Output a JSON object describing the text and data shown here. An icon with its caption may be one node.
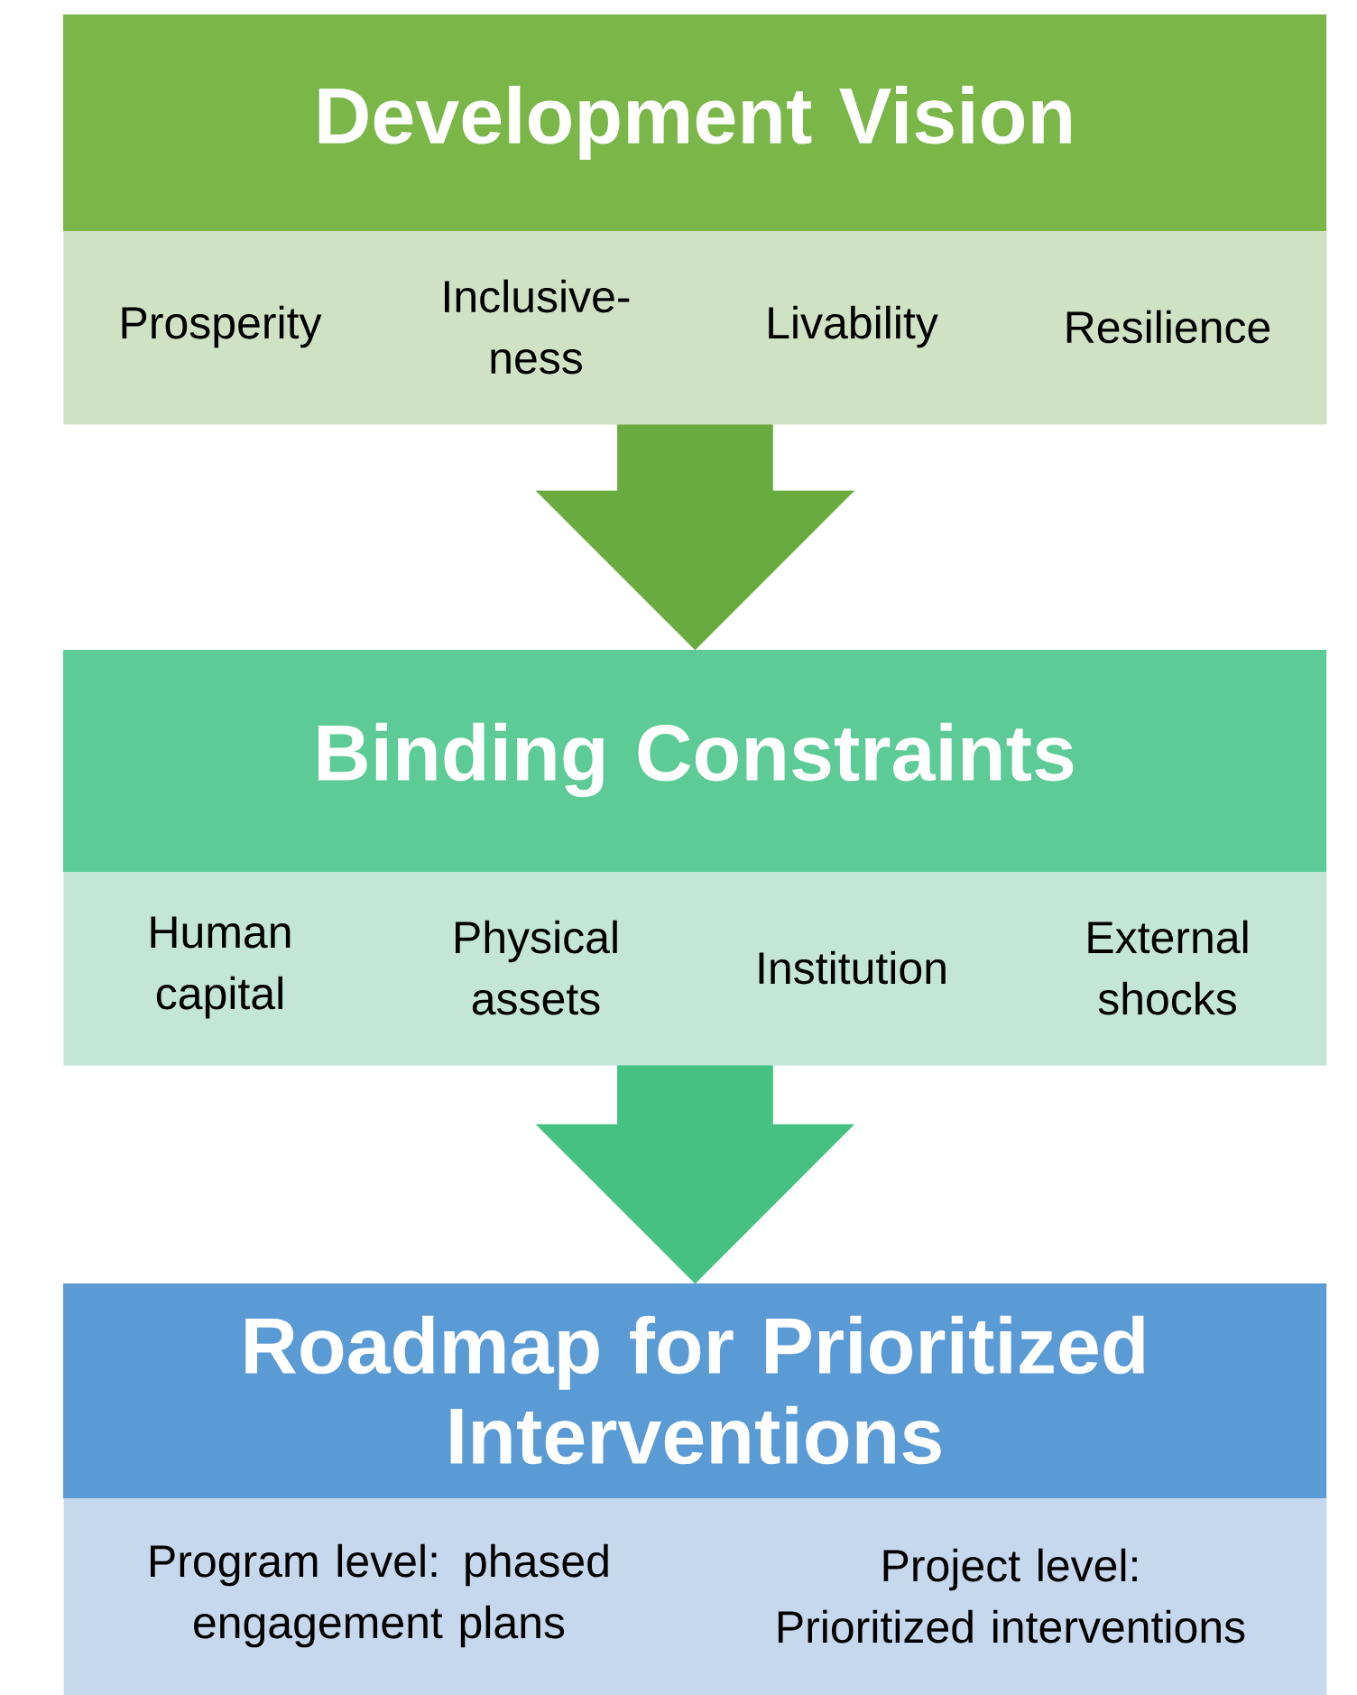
{
  "diagram": {
    "nodes": [
      {
        "text": [
          "Development Vision"
        ]
      },
      {
        "text": [
          "Prosperity"
        ],
        "in": 0
      },
      {
        "text": [
          "Inclusive-ness"
        ],
        "in": 0
      },
      {
        "text": [
          "Livability"
        ],
        "in": 0
      },
      {
        "text": [
          "Resilience"
        ],
        "in": 0
      },
      {
        "text": [
          "Binding Constraints"
        ]
      },
      {
        "text": [
          "Human capital"
        ],
        "in": 5
      },
      {
        "text": [
          "Physical assets"
        ],
        "in": 5
      },
      {
        "text": [
          "Institution"
        ],
        "in": 5
      },
      {
        "text": [
          "External shocks"
        ],
        "in": 5
      },
      {
        "text": [
          "Roadmap for Prioritized Interventions"
        ]
      },
      {
        "text": [
          "Program level: phased engagement plans"
        ],
        "in": 10
      },
      {
        "text": [
          "Project level: Prioritized interventions"
        ],
        "in": 10
      }
    ],
    "edges": [
      {
        "from": 0,
        "to": 5,
        "arrow": "to",
        "color": "#6aab3f"
      },
      {
        "from": 5,
        "to": 10,
        "arrow": "to",
        "color": "#45c182"
      }
    ]
  }
}
